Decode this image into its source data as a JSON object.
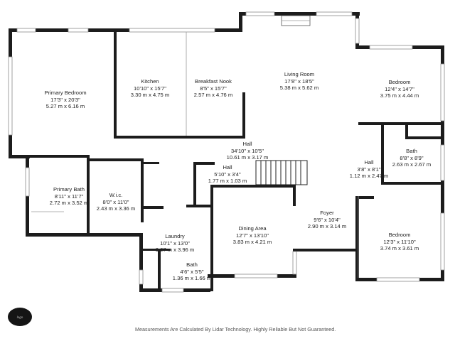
{
  "rooms": {
    "primary_bedroom": {
      "name": "Primary Bedroom",
      "imperial": "17'3\" x 20'3\"",
      "metric": "5.27 m x 6.16 m"
    },
    "kitchen": {
      "name": "Kitchen",
      "imperial": "10'10\" x 15'7\"",
      "metric": "3.30 m x 4.75 m"
    },
    "breakfast_nook": {
      "name": "Breakfast Nook",
      "imperial": "8'5\" x 15'7\"",
      "metric": "2.57 m x 4.76 m"
    },
    "living_room": {
      "name": "Living Room",
      "imperial": "17'8\" x 18'5\"",
      "metric": "5.38 m x 5.62 m"
    },
    "bedroom_top": {
      "name": "Bedroom",
      "imperial": "12'4\" x 14'7\"",
      "metric": "3.75 m x 4.44 m"
    },
    "hall_main": {
      "name": "Hall",
      "imperial": "34'10\" x 10'5\"",
      "metric": "10.61 m x 3.17 m"
    },
    "hall_small": {
      "name": "Hall",
      "imperial": "5'10\" x 3'4\"",
      "metric": "1.77 m x 1.03 m"
    },
    "bath_right": {
      "name": "Bath",
      "imperial": "8'8\" x 8'9\"",
      "metric": "2.63 m x 2.67 m"
    },
    "hall_right": {
      "name": "Hall",
      "imperial": "3'8\" x 8'1\"",
      "metric": "1.12 m x 2.47 m"
    },
    "primary_bath": {
      "name": "Primary Bath",
      "imperial": "8'11\" x 11'7\"",
      "metric": "2.72 m x 3.52 m"
    },
    "wic": {
      "name": "W.i.c.",
      "imperial": "8'0\" x 11'0\"",
      "metric": "2.43 m x 3.36 m"
    },
    "foyer": {
      "name": "Foyer",
      "imperial": "9'6\" x 10'4\"",
      "metric": "2.90 m x 3.14 m"
    },
    "dining_area": {
      "name": "Dining Area",
      "imperial": "12'7\" x 13'10\"",
      "metric": "3.83 m x 4.21 m"
    },
    "laundry": {
      "name": "Laundry",
      "imperial": "10'1\" x 13'0\"",
      "metric": "3.07 m x 3.96 m"
    },
    "bedroom_bottom": {
      "name": "Bedroom",
      "imperial": "12'3\" x 11'10\"",
      "metric": "3.74 m x 3.61 m"
    },
    "bath_bottom": {
      "name": "Bath",
      "imperial": "4'6\" x 5'5\"",
      "metric": "1.36 m x 1.66 m"
    }
  },
  "footer": {
    "disclaimer": "Measurements Are Calculated By Lidar Technology. Highly Reliable But Not Guaranteed."
  },
  "colors": {
    "wall": "#1c1c1c",
    "window": "#ffffff",
    "background": "#ffffff"
  }
}
